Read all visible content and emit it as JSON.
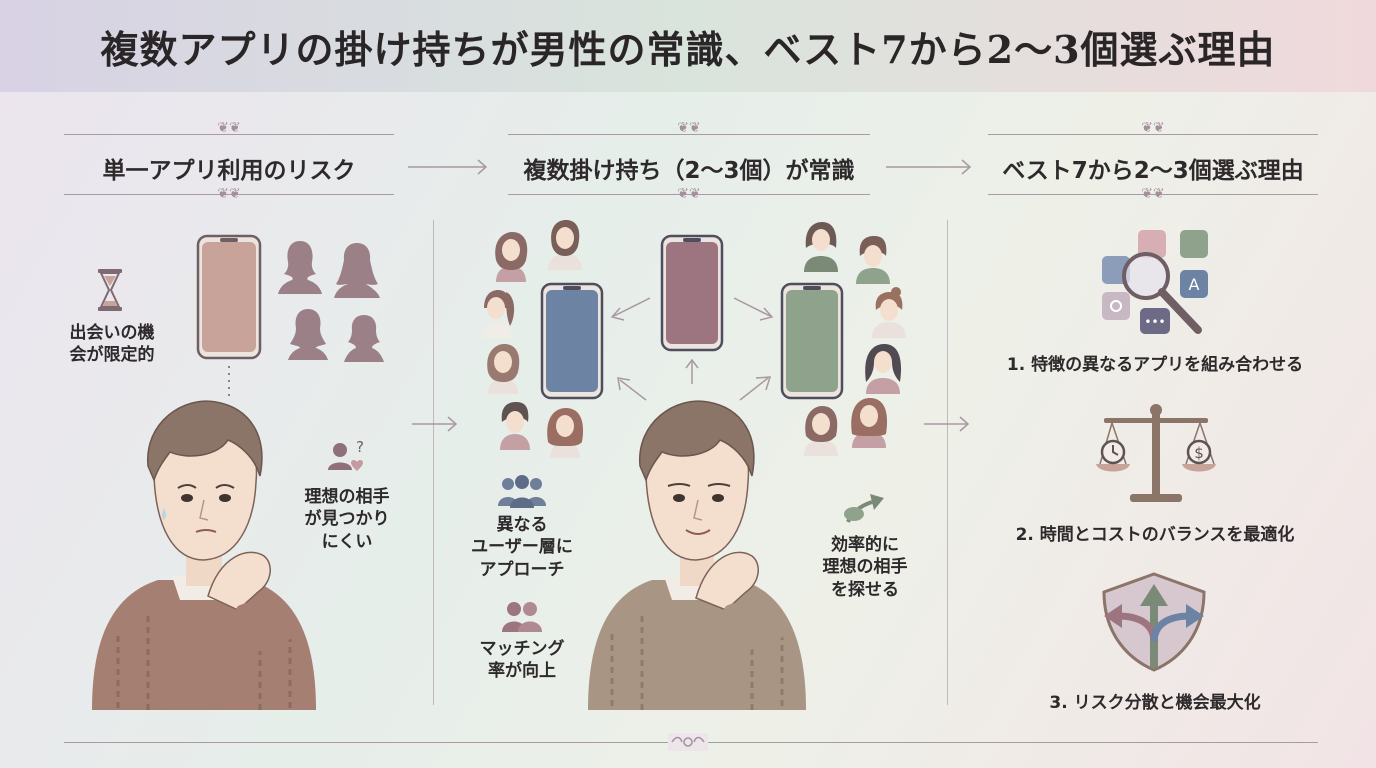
{
  "title": "複数アプリの掛け持ちが男性の常識、ベスト7から2〜3個選ぶ理由",
  "sections": [
    {
      "heading": "単一アプリ利用のリスク"
    },
    {
      "heading": "複数掛け持ち（2〜3個）が常識"
    },
    {
      "heading": "ベスト7から2〜3個選ぶ理由"
    }
  ],
  "risk": {
    "limited_line1": "出会いの機",
    "limited_line2": "会が限定的",
    "hard_line1": "理想の相手",
    "hard_line2": "が見つかり",
    "hard_line3": "にくい"
  },
  "multi": {
    "diverse_line1": "異なる",
    "diverse_line2": "ユーザー層に",
    "diverse_line3": "アプローチ",
    "match_line1": "マッチング",
    "match_line2": "率が向上",
    "efficient_line1": "効率的に",
    "efficient_line2": "理想の相手",
    "efficient_line3": "を探せる"
  },
  "reasons": [
    {
      "label": "1. 特徴の異なるアプリを組み合わせる",
      "icon": "magnifier-apps-icon"
    },
    {
      "label": "2. 時間とコストのバランスを最適化",
      "icon": "balance-scale-icon"
    },
    {
      "label": "3. リスク分散と機会最大化",
      "icon": "branching-arrows-shield-icon"
    }
  ],
  "colors": {
    "phone_pink": "#c8a39a",
    "phone_mauve": "#9c7580",
    "phone_blue": "#6d83a3",
    "phone_green": "#8fa38c",
    "sweater": "#a57f72",
    "sweater_light": "#a89584",
    "silhouette": "#9c8088"
  }
}
